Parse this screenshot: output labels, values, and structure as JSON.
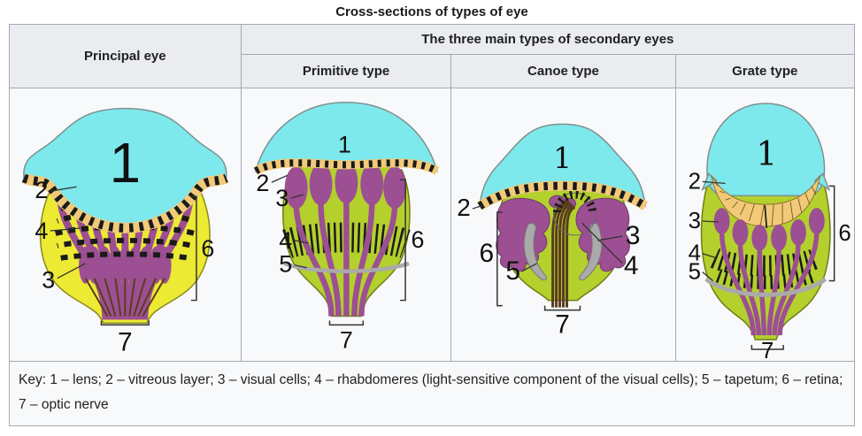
{
  "title": "Cross-sections of types of eye",
  "table": {
    "principal_header": "Principal eye",
    "secondary_header": "The three main types of secondary eyes",
    "subtype_headers": [
      "Primitive type",
      "Canoe type",
      "Grate type"
    ]
  },
  "labels": {
    "n1": "1",
    "n2": "2",
    "n3": "3",
    "n4": "4",
    "n5": "5",
    "n6": "6",
    "n7": "7"
  },
  "key_text": "Key: 1 – lens; 2 – vitreous layer; 3 – visual cells; 4 – rhabdomeres (light-sensitive component of the visual cells); 5 – tapetum; 6 – retina; 7 – optic nerve",
  "colors": {
    "lens": "#7de9ec",
    "lens_outline": "#7f8f90",
    "vitreous": "#f2c979",
    "vitreous_dash": "#1a1a1a",
    "retina_principal": "#ecea33",
    "retina_principal_outline": "#8a8a1a",
    "retina_secondary": "#b3d02d",
    "retina_secondary_outline": "#6f7d15",
    "visual_cells": "#9c4f92",
    "visual_cells_outline": "#703a6b",
    "tapetum": "#aaaaaa",
    "optic_nerve": "#5b3d1e",
    "hatch": "#1a1a1a",
    "fan_line": "#6b5a20",
    "label_text": "#111111",
    "leader_line": "#333333",
    "table_border": "#a2a9b1",
    "header_bg": "#eaecf0",
    "cell_bg": "#f8f9fa"
  }
}
